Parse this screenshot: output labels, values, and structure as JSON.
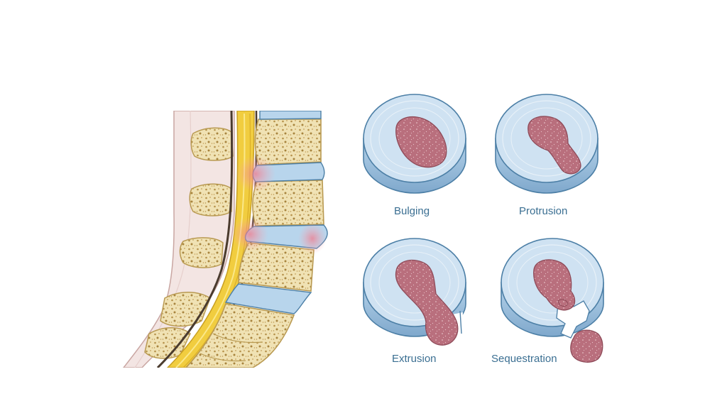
{
  "labels": {
    "bulging": "Bulging",
    "protrusion": "Protrusion",
    "extrusion": "Extrusion",
    "sequestration": "Sequestration"
  },
  "colors": {
    "bone_fill": "#f0e2b4",
    "bone_outline": "#b99a52",
    "disc_blue": "#b8d5ec",
    "disc_outline": "#4c7fa6",
    "nucleus": "#b96f7d",
    "spinal_cord": "#f1cd3f",
    "inflammation": "#f4a7b0",
    "label_text": "#3b6f92"
  }
}
